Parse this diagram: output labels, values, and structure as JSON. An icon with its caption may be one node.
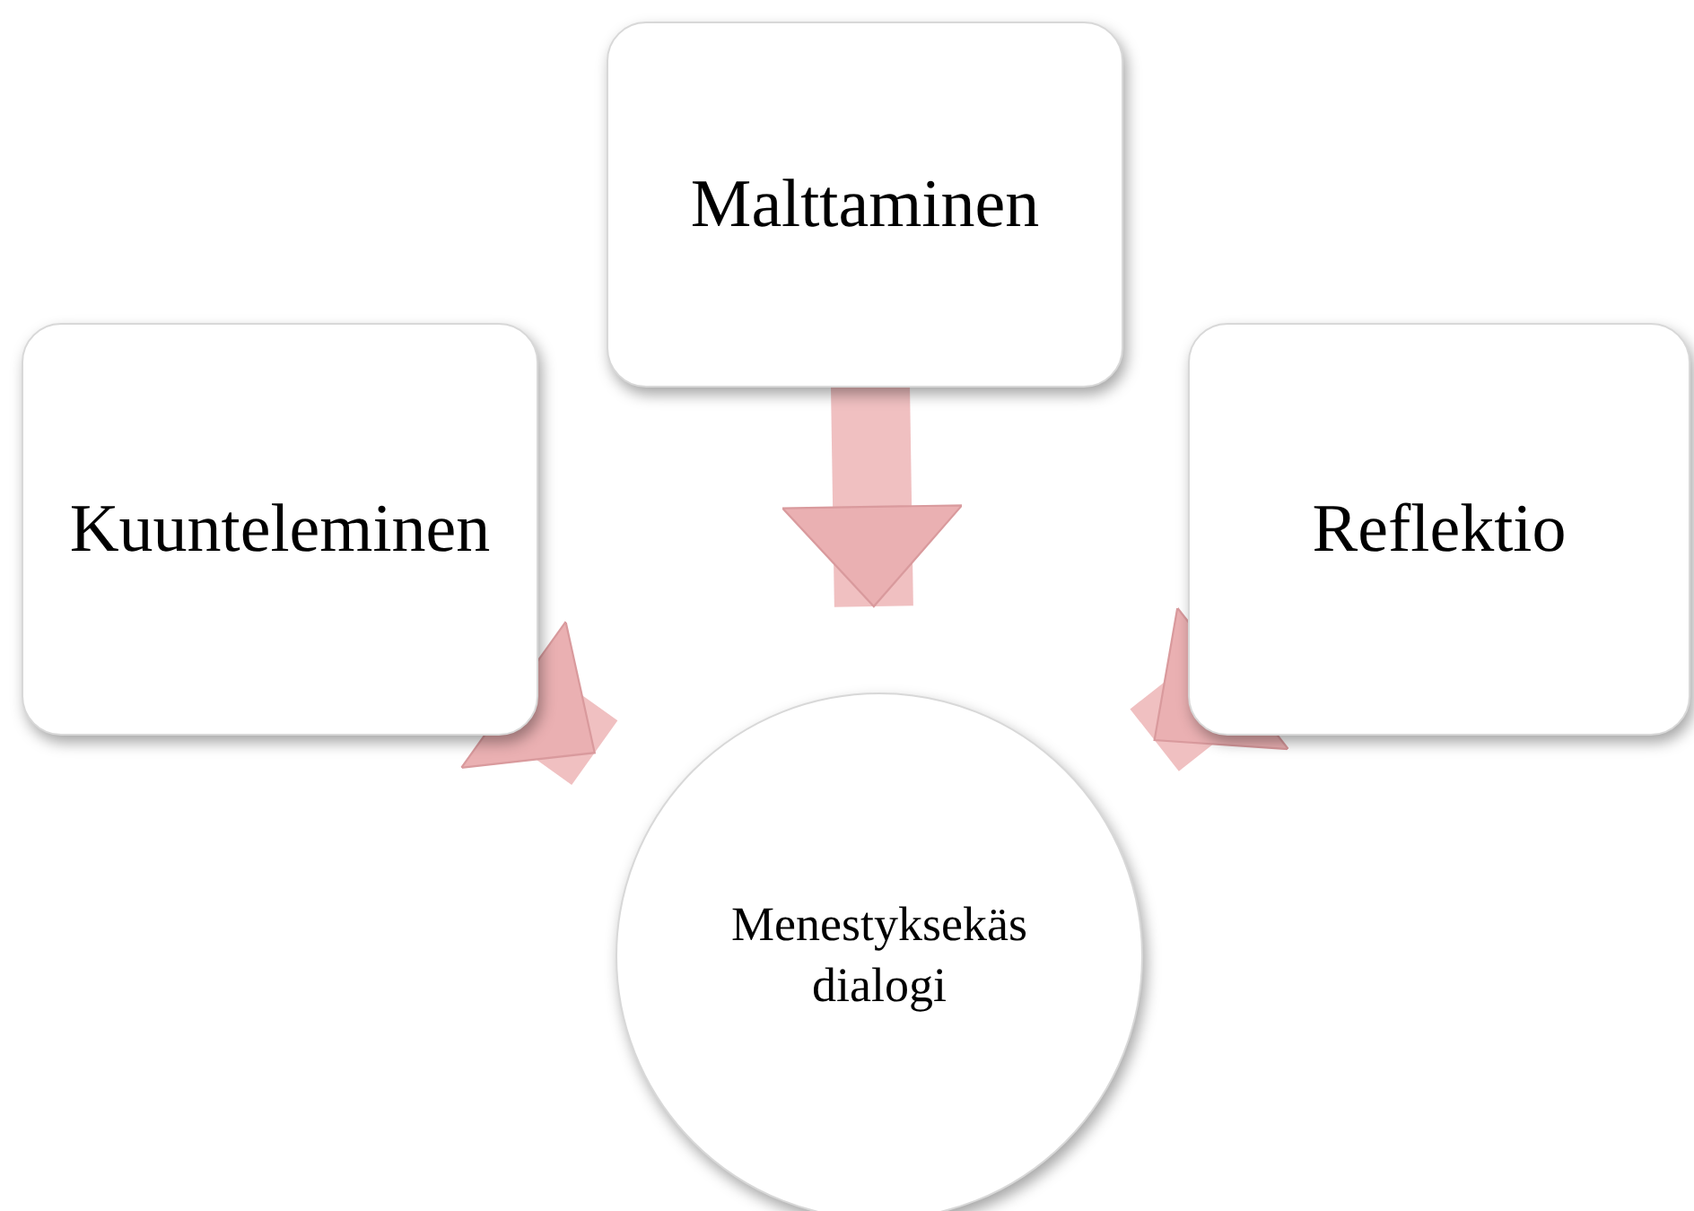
{
  "diagram": {
    "nodes": [
      {
        "text": [
          "Malttaminen"
        ]
      },
      {
        "text": [
          "Kuunteleminen"
        ]
      },
      {
        "text": [
          "Reflektio"
        ]
      },
      {
        "text": [
          "Menestyksekäs dialogi"
        ]
      }
    ],
    "edges": [
      {
        "from": 0,
        "to": 3,
        "arrow": "to"
      },
      {
        "from": 1,
        "to": 3,
        "arrow": "to"
      },
      {
        "from": 2,
        "to": 3,
        "arrow": "to"
      }
    ]
  }
}
